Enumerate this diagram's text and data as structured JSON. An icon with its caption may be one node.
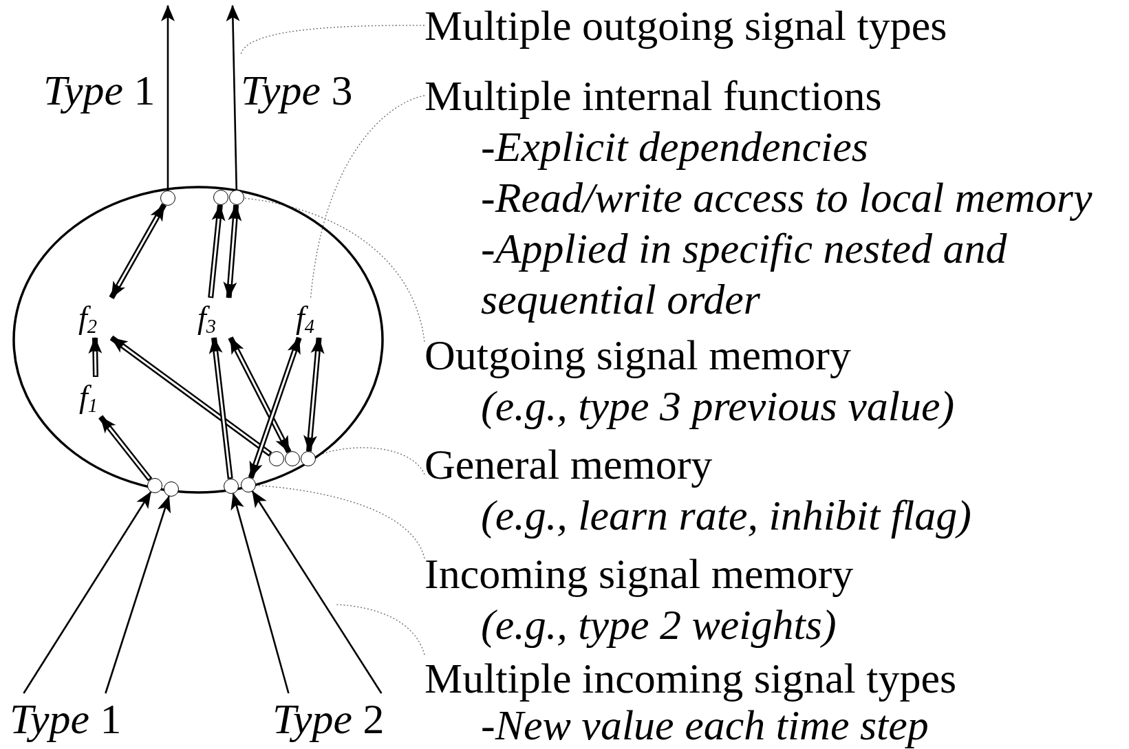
{
  "diagram": {
    "nodes": [
      {
        "text": [],
        "shape": "ellipse"
      },
      {
        "text": [],
        "shape": "circle",
        "in": 0
      },
      {
        "text": [],
        "shape": "circle",
        "in": 0
      },
      {
        "text": [],
        "shape": "circle",
        "in": 0
      },
      {
        "text": [
          "f$_{2}$"
        ],
        "in": 0
      },
      {
        "text": [
          "f$_{3}$"
        ],
        "in": 0
      },
      {
        "text": [
          "f$_{4}$"
        ],
        "in": 0
      },
      {
        "text": [
          "f$_{1}$"
        ],
        "in": 0
      },
      {
        "text": [],
        "shape": "circle",
        "in": 0
      },
      {
        "text": [],
        "shape": "circle",
        "in": 0
      },
      {
        "text": [],
        "shape": "circle",
        "in": 0
      },
      {
        "text": [],
        "shape": "circle",
        "in": 0
      },
      {
        "text": [],
        "shape": "circle",
        "in": 0
      },
      {
        "text": [],
        "shape": "circle",
        "in": 0
      },
      {
        "text": [],
        "shape": "circle",
        "in": 0
      },
      {
        "text": [
          "*Type* 1"
        ]
      },
      {
        "text": [
          "*Type* 2"
        ]
      },
      {
        "text": [
          "Multiple outgoing signal types"
        ]
      },
      {
        "text": [
          "Multiple internal functions",
          "-Explicit dependencies",
          "-Read/write access to local memory",
          "-Applied in specific nested and sequential order"
        ]
      },
      {
        "text": [
          "Outgoing signal memory",
          "(e.g., type 3 previous value)"
        ]
      },
      {
        "text": [
          "General memory",
          "(e.g., learn rate, inhibit flag)"
        ]
      },
      {
        "text": [
          "Incoming signal memory",
          "(e.g., type 2 weights)"
        ]
      },
      {
        "text": [
          "Multiple incoming signal types",
          "-New value each time step"
        ]
      }
    ],
    "edges": [
      {
        "from": 1,
        "to": 4,
        "arrow": "both",
        "style": "thick"
      },
      {
        "from": 5,
        "to": 2,
        "arrow": "to",
        "style": "thick"
      },
      {
        "from": 3,
        "to": 5,
        "arrow": "both",
        "style": "thick"
      },
      {
        "from": 7,
        "to": 4,
        "arrow": "to",
        "style": "thick"
      },
      {
        "from": 11,
        "to": 7,
        "arrow": "to",
        "style": "thick"
      },
      {
        "from": 8,
        "to": 4,
        "arrow": "to",
        "style": "thick"
      },
      {
        "from": 13,
        "to": 5,
        "arrow": "to",
        "style": "thick"
      },
      {
        "from": 5,
        "to": 9,
        "arrow": "both",
        "style": "thick"
      },
      {
        "from": 14,
        "to": 6,
        "arrow": "both",
        "style": "thick"
      },
      {
        "from": 10,
        "to": 6,
        "arrow": "both",
        "style": "thick"
      },
      {
        "from": 1,
        "to": null,
        "arrow": "to",
        "label": "*Type* 1"
      },
      {
        "from": 3,
        "to": null,
        "arrow": "to",
        "label": "*Type* 3"
      },
      {
        "from": 15,
        "to": 11,
        "arrow": "to"
      },
      {
        "from": 15,
        "to": 12,
        "arrow": "to"
      },
      {
        "from": 16,
        "to": 13,
        "arrow": "to"
      },
      {
        "from": 16,
        "to": 14,
        "arrow": "to"
      },
      {
        "from": 17,
        "to": null,
        "arrow": "none",
        "style": "dashed",
        "color": "#666666"
      },
      {
        "from": 18,
        "to": 6,
        "arrow": "none",
        "style": "dashed",
        "color": "#666666"
      },
      {
        "from": 19,
        "to": 3,
        "arrow": "none",
        "style": "dashed",
        "color": "#666666"
      },
      {
        "from": 20,
        "to": 10,
        "arrow": "none",
        "style": "dashed",
        "color": "#666666"
      },
      {
        "from": 21,
        "to": 14,
        "arrow": "none",
        "style": "dashed",
        "color": "#666666"
      },
      {
        "from": 22,
        "to": null,
        "arrow": "none",
        "style": "dashed",
        "color": "#666666"
      }
    ]
  }
}
